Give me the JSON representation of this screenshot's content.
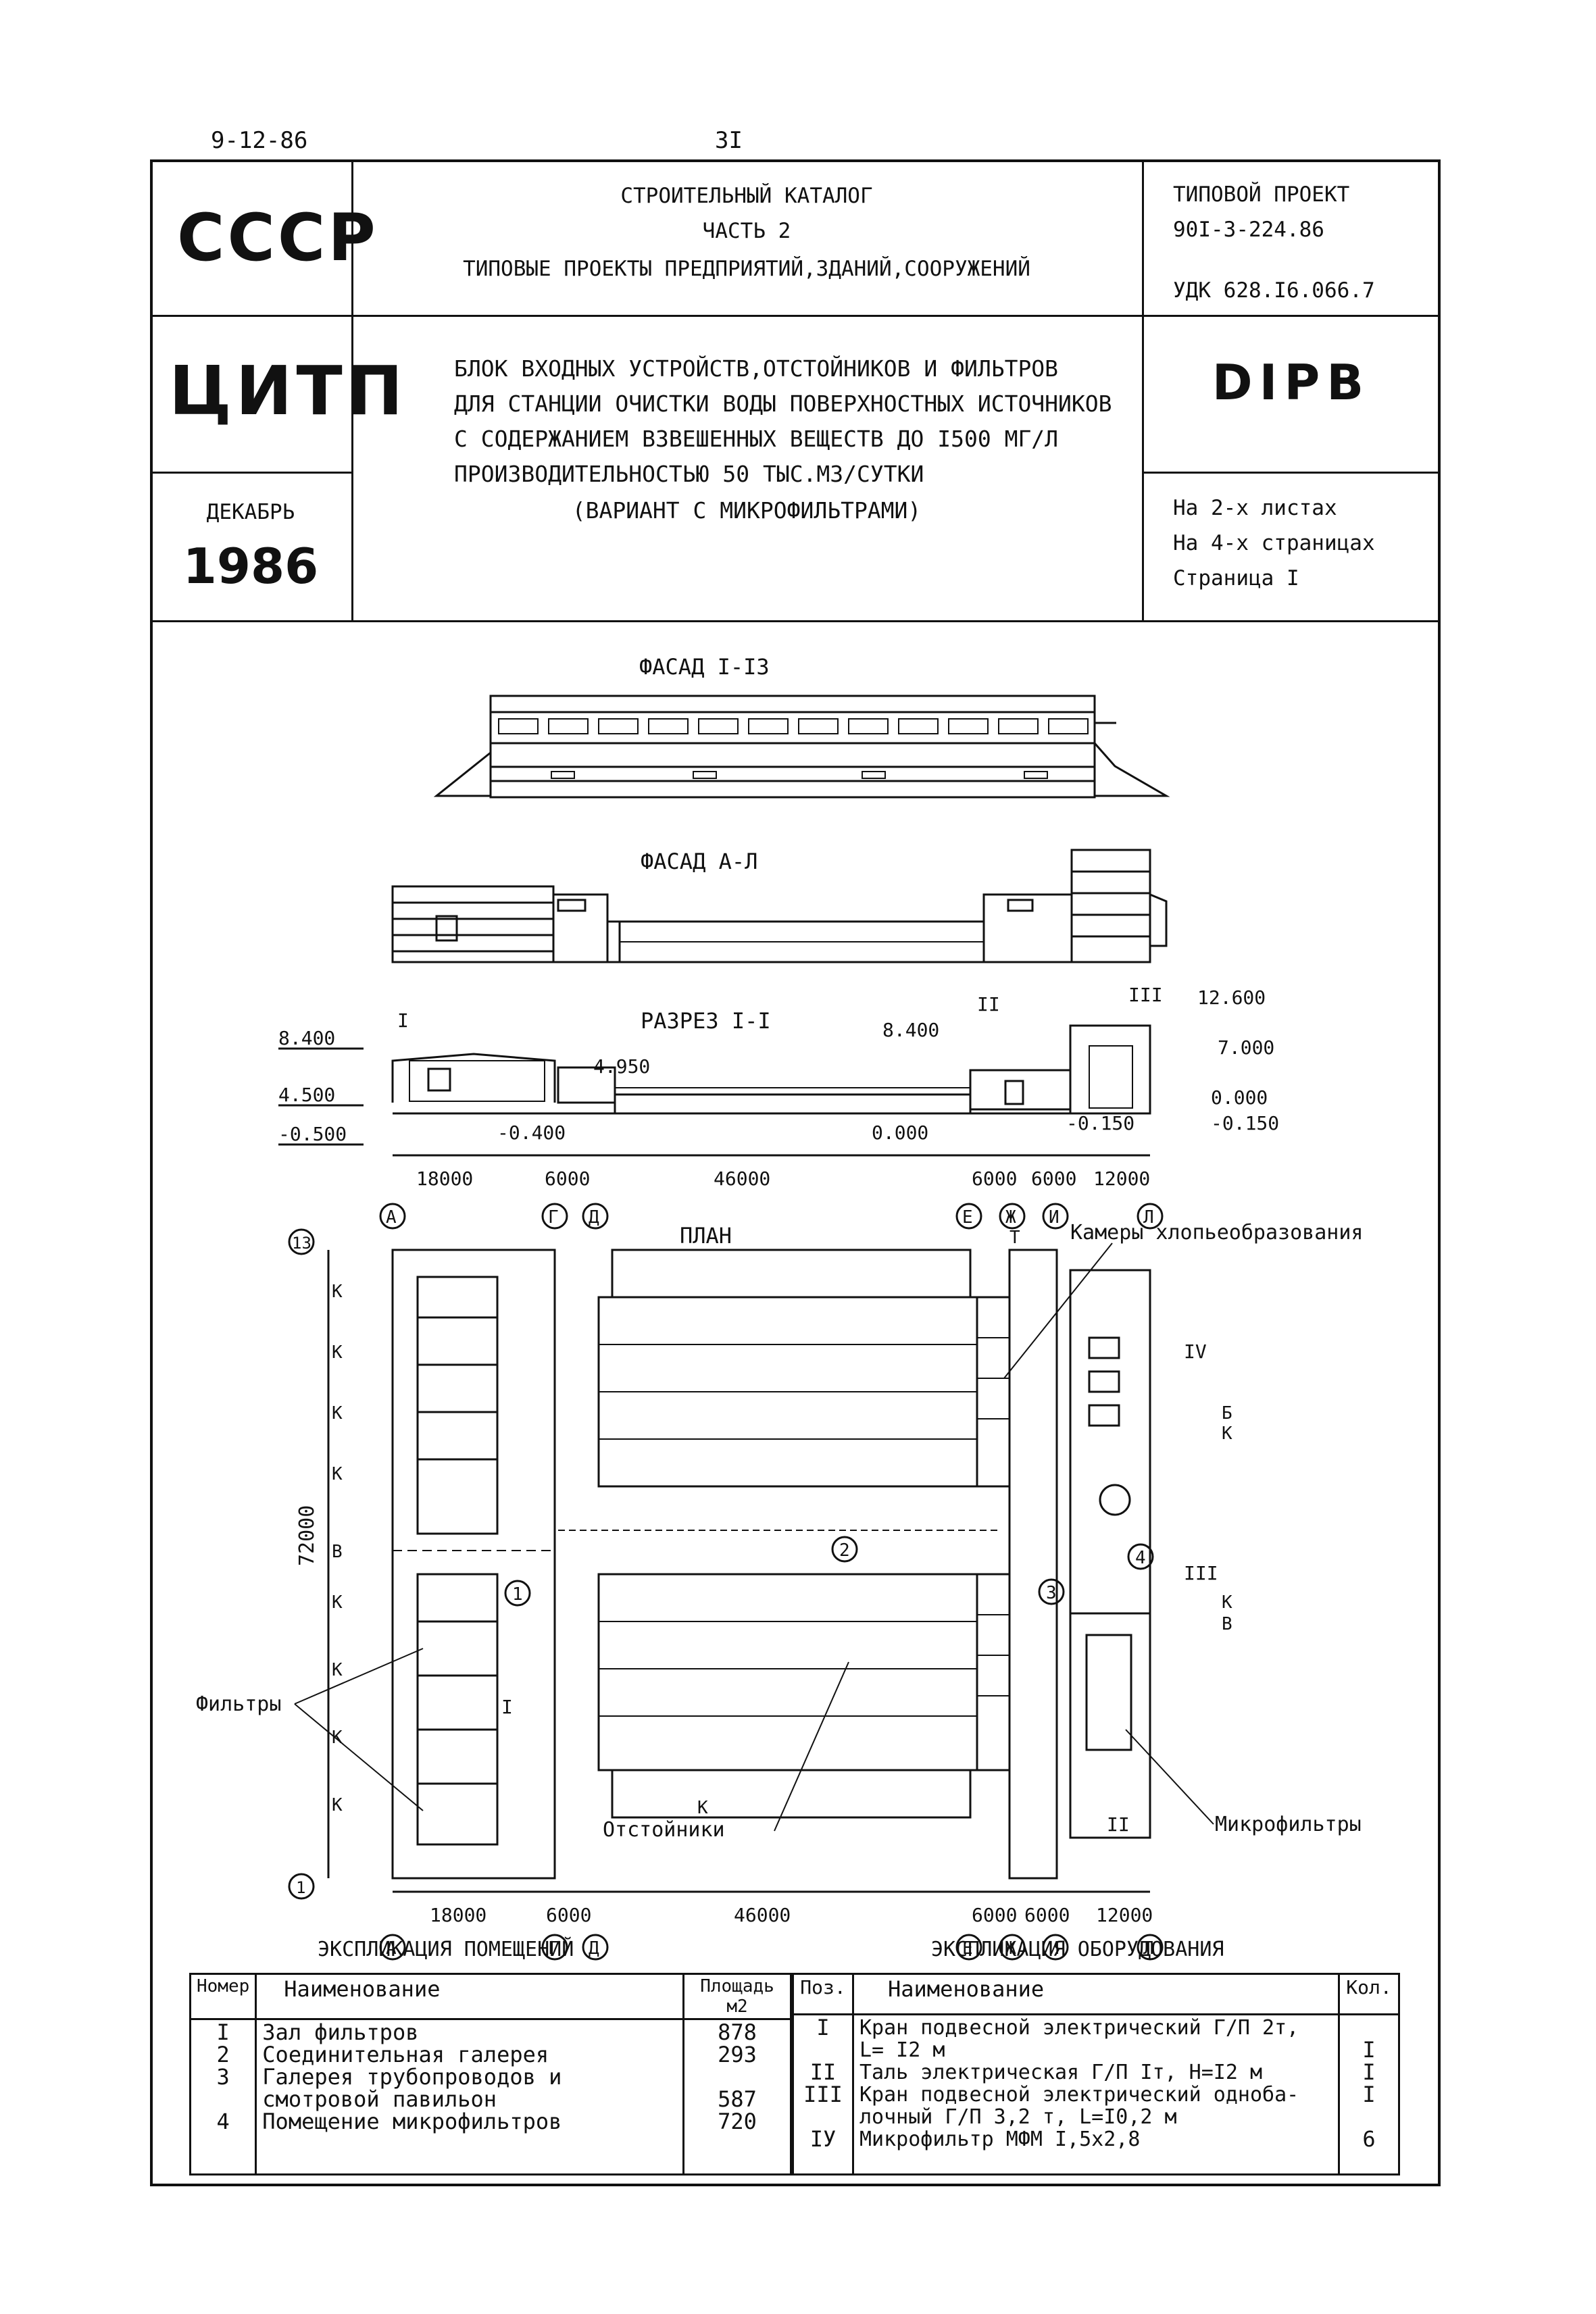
{
  "page": {
    "date_code": "9-12-86",
    "page_number": "3I"
  },
  "header": {
    "org1": "СССР",
    "catalog": {
      "line1": "СТРОИТЕЛЬНЫЙ КАТАЛОГ",
      "line2": "ЧАСТЬ 2",
      "line3": "ТИПОВЫЕ ПРОЕКТЫ ПРЕДПРИЯТИЙ,ЗДАНИЙ,СООРУЖЕНИЙ"
    },
    "project": {
      "line1": "ТИПОВОЙ ПРОЕКТ",
      "line2": "90I-3-224.86",
      "udk": "УДК 628.I6.066.7"
    },
    "org2": "ЦИТП",
    "month": "ДЕКАБРЬ",
    "year": "1986",
    "title": {
      "line1": "БЛОК ВХОДНЫХ УСТРОЙСТВ,ОТСТОЙНИКОВ И ФИЛЬТРОВ",
      "line2": "ДЛЯ СТАНЦИИ ОЧИСТКИ ВОДЫ ПОВЕРХНОСТНЫХ ИСТОЧНИКОВ",
      "line3": "С СОДЕРЖАНИЕМ ВЗВЕШЕННЫХ ВЕЩЕСТВ ДО I500 МГ/Л",
      "line4": "ПРОИЗВОДИТЕЛЬНОСТЬЮ 50 ТЫС.М3/СУТКИ",
      "line5": "(ВАРИАНТ С МИКРОФИЛЬТРАМИ)"
    },
    "code": "DIPB",
    "sheets": {
      "line1": "На 2-х листах",
      "line2": "На 4-х страницах",
      "line3": "Страница I"
    }
  },
  "drawing": {
    "facade1": "ФАСАД I-I3",
    "facade2": "ФАСАД А-Л",
    "section": "РАЗРЕЗ I-I",
    "plan": "ПЛАН",
    "elev": [
      "8.400",
      "4.500",
      "-0.500",
      "-0.400",
      "4.950",
      "8.400",
      "12.600",
      "7.000",
      "0.000",
      "-0.150",
      "-0.150",
      "0.000"
    ],
    "dims": [
      "18000",
      "6000",
      "46000",
      "6000",
      "6000",
      "12000",
      "72000"
    ],
    "axes": [
      "А",
      "Г",
      "Д",
      "Е",
      "Ж",
      "И",
      "Л",
      "13",
      "1"
    ],
    "room_markers": [
      "1",
      "2",
      "3",
      "4"
    ],
    "roman": [
      "I",
      "II",
      "III",
      "IV",
      "III",
      "II",
      "I"
    ],
    "k_letter": "К",
    "b_letter": "В",
    "v_letter": "Б",
    "t_letter": "Т",
    "labels": {
      "filters": "Фильтры",
      "settlers": "Отстойники",
      "chambers": "Камеры хлопьеобразования",
      "microfilters": "Микрофильтры"
    }
  },
  "rooms": {
    "title": "ЭКСПЛИКАЦИЯ ПОМЕЩЕНИЙ",
    "headers": {
      "num": "Номер",
      "name": "Наименование",
      "area": "Площадь м2"
    },
    "rows": [
      {
        "num": "I",
        "name": "Зал фильтров",
        "area": "878"
      },
      {
        "num": "2",
        "name": "Соединительная галерея",
        "area": "293"
      },
      {
        "num": "3",
        "name": "Галерея трубопроводов и",
        "area": ""
      },
      {
        "num": "",
        "name": "смотровой павильон",
        "area": "587"
      },
      {
        "num": "4",
        "name": "Помещение микрофильтров",
        "area": "720"
      }
    ]
  },
  "equipment": {
    "title": "ЭКСПЛИКАЦИЯ ОБОРУДОВАНИЯ",
    "headers": {
      "pos": "Поз.",
      "name": "Наименование",
      "qty": "Кол."
    },
    "rows": [
      {
        "pos": "I",
        "name": "Кран подвесной электрический Г/П 2т,",
        "qty": ""
      },
      {
        "pos": "",
        "name": "L= I2 м",
        "qty": "I"
      },
      {
        "pos": "II",
        "name": "Таль электрическая Г/П Iт, Н=I2 м",
        "qty": "I"
      },
      {
        "pos": "III",
        "name": "Кран подвесной электрический одноба-",
        "qty": "I"
      },
      {
        "pos": "",
        "name": "лочный Г/П 3,2 т, L=I0,2 м",
        "qty": ""
      },
      {
        "pos": "IУ",
        "name": "Микрофильтр МФМ I,5х2,8",
        "qty": "6"
      }
    ]
  }
}
